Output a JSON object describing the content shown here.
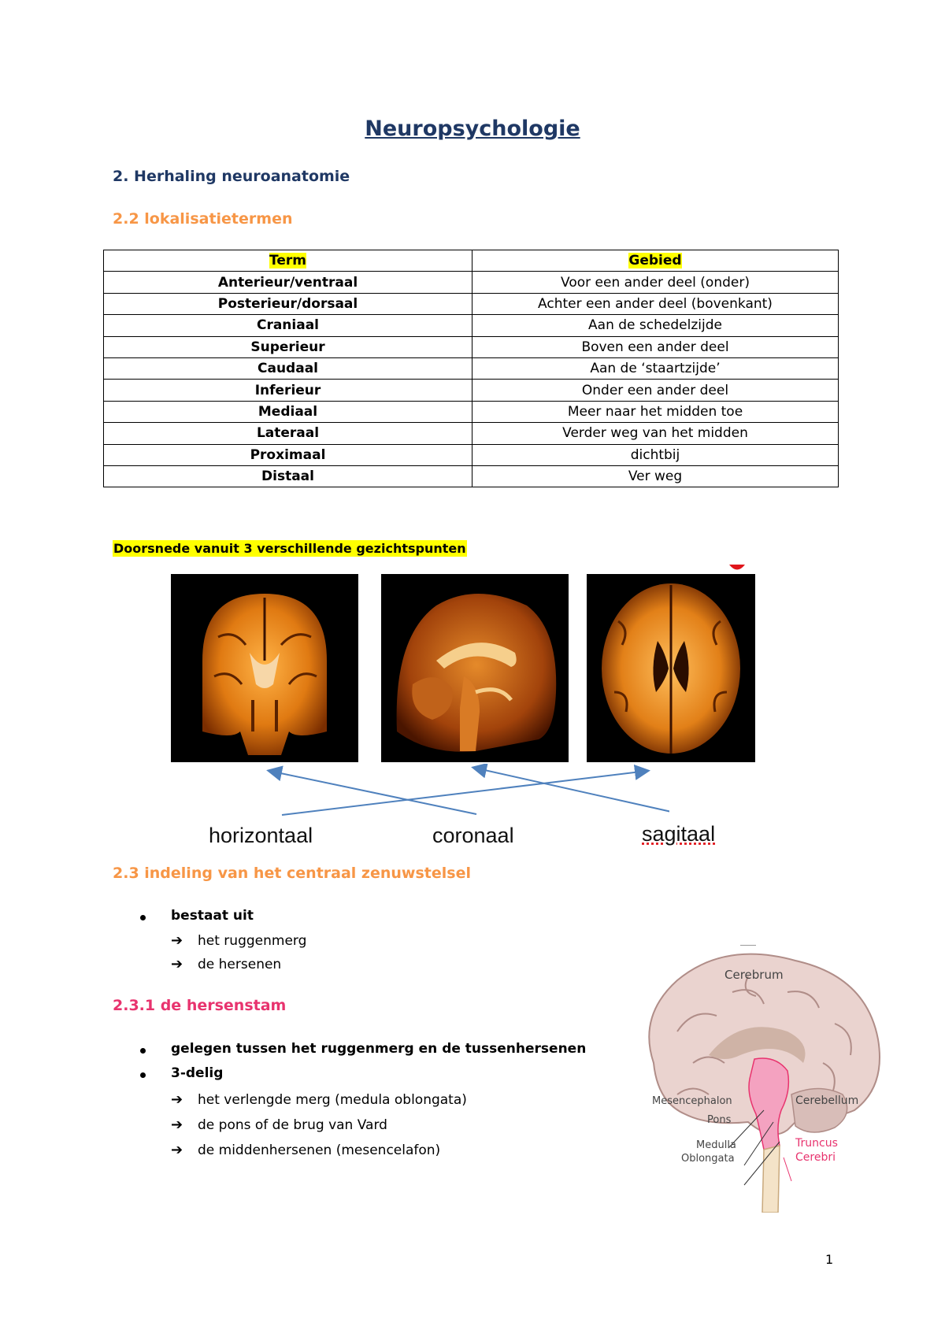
{
  "title": "Neuropsychologie",
  "section2": "2. Herhaling neuroanatomie",
  "section22": "2.2 lokalisatietermen",
  "table": {
    "headers": [
      "Term",
      "Gebied"
    ],
    "rows": [
      [
        "Anterieur/ventraal",
        "Voor een ander deel (onder)"
      ],
      [
        "Posterieur/dorsaal",
        "Achter een ander deel (bovenkant)"
      ],
      [
        "Craniaal",
        "Aan de schedelzijde"
      ],
      [
        "Superieur",
        "Boven een ander deel"
      ],
      [
        "Caudaal",
        "Aan de ‘staartzijde’"
      ],
      [
        "Inferieur",
        "Onder een ander deel"
      ],
      [
        "Mediaal",
        "Meer naar het midden toe"
      ],
      [
        "Lateraal",
        "Verder weg van het midden"
      ],
      [
        "Proximaal",
        "dichtbij"
      ],
      [
        "Distaal",
        "Ver weg"
      ]
    ]
  },
  "caption": "Doorsnede vanuit 3 verschillende gezichtspunten",
  "views": [
    "horizontaal",
    "coronaal",
    "sagitaal"
  ],
  "section23": "2.3 indeling van het centraal zenuwstelsel",
  "list23": {
    "bullet": "bestaat uit",
    "items": [
      "het ruggenmerg",
      "de hersenen"
    ]
  },
  "section231": "2.3.1 de hersenstam",
  "list231": {
    "bullets": [
      "gelegen tussen het ruggenmerg en de tussenhersenen",
      "3-delig"
    ],
    "items": [
      "het verlengde merg (medula  oblongata)",
      "de pons of de brug van Vard",
      "de middenhersenen (mesencelafon)"
    ]
  },
  "brain_labels": {
    "cerebrum": "Cerebrum",
    "mesencephalon": "Mesencephalon",
    "cerebellum": "Cerebellum",
    "pons": "Pons",
    "medulla": "Medulla",
    "oblongata": "Oblongata",
    "truncus": "Truncus",
    "cerebri": "Cerebri"
  },
  "page_number": "1",
  "colors": {
    "title": "#1f3864",
    "orange_heading": "#f79646",
    "pink_heading": "#e8336e",
    "highlight": "#ffff00",
    "brainstem": "#e8336e"
  }
}
